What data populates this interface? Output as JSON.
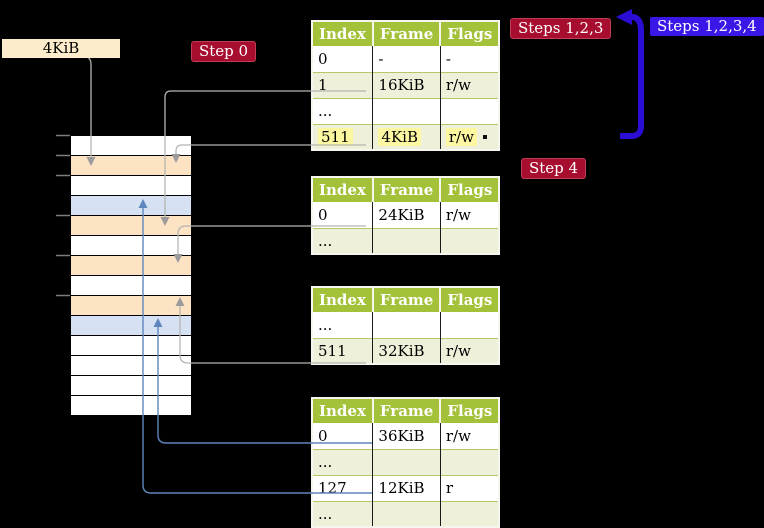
{
  "labels": {
    "frame_label": "4KiB",
    "step0": "Step 0",
    "steps123": "Steps 1,2,3",
    "steps1234": "Steps 1,2,3,4",
    "step4": "Step 4"
  },
  "colors": {
    "header_green": "#a3c139",
    "row_green": "#eef0da",
    "highlight_yellow": "#fdf7a2",
    "strip_orange": "#fbe3c4",
    "strip_blue": "#d6e2f4",
    "label_red": "#a60d2e",
    "label_blue": "#3a17e6",
    "frame_label_bg": "#fceccb",
    "arrow_gray": "#b5b5b0",
    "arrow_gray_head": "#9b9b9b",
    "arrow_blue": "#5e86bc",
    "arrow_thick": "#2b0ed6"
  },
  "memory_strip": {
    "rows": [
      "white",
      "orange",
      "white",
      "blue",
      "orange",
      "white",
      "orange",
      "white",
      "orange",
      "blue",
      "white",
      "white",
      "white",
      "white"
    ]
  },
  "tables": [
    {
      "name": "page-table-1",
      "headers": [
        "Index",
        "Frame",
        "Flags"
      ],
      "rows": [
        {
          "index": "0",
          "frame": "-",
          "flags": "-",
          "highlight": false
        },
        {
          "index": "1",
          "frame": "16KiB",
          "flags": "r/w",
          "highlight": false
        },
        {
          "index": "...",
          "frame": "",
          "flags": "",
          "highlight": false
        },
        {
          "index": "511",
          "frame": "4KiB",
          "flags": "r/w",
          "highlight": true
        }
      ]
    },
    {
      "name": "page-table-2",
      "headers": [
        "Index",
        "Frame",
        "Flags"
      ],
      "rows": [
        {
          "index": "0",
          "frame": "24KiB",
          "flags": "r/w",
          "highlight": false
        },
        {
          "index": "...",
          "frame": "",
          "flags": "",
          "highlight": false
        }
      ]
    },
    {
      "name": "page-table-3",
      "headers": [
        "Index",
        "Frame",
        "Flags"
      ],
      "rows": [
        {
          "index": "...",
          "frame": "",
          "flags": "",
          "highlight": false
        },
        {
          "index": "511",
          "frame": "32KiB",
          "flags": "r/w",
          "highlight": false
        }
      ]
    },
    {
      "name": "page-table-4",
      "headers": [
        "Index",
        "Frame",
        "Flags"
      ],
      "rows": [
        {
          "index": "0",
          "frame": "36KiB",
          "flags": "r/w",
          "highlight": false
        },
        {
          "index": "...",
          "frame": "",
          "flags": "",
          "highlight": false
        },
        {
          "index": "127",
          "frame": "12KiB",
          "flags": "r",
          "highlight": false
        },
        {
          "index": "...",
          "frame": "",
          "flags": "",
          "highlight": false
        }
      ]
    }
  ]
}
